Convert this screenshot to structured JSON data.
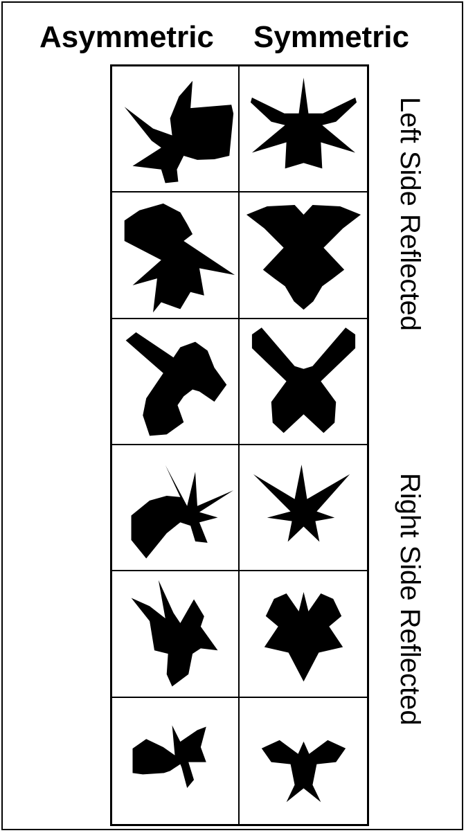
{
  "column_headers": {
    "asymmetric": "Asymmetric",
    "symmetric": "Symmetric"
  },
  "row_group_labels": {
    "top": "Left Side Reflected",
    "bottom": "Right Side Reflected"
  },
  "colors": {
    "shape_fill": "#000000",
    "background": "#ffffff",
    "border": "#000000"
  }
}
